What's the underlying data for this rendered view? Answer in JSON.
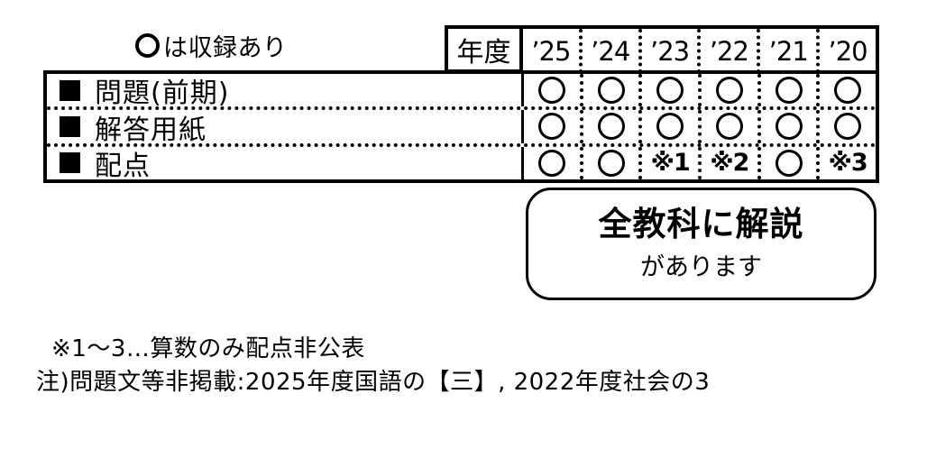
{
  "legend": {
    "circle_symbol": "〇",
    "text": "は収録あり"
  },
  "table": {
    "year_header_label": "年度",
    "years": [
      "’25",
      "’24",
      "’23",
      "’22",
      "’21",
      "’20"
    ],
    "rows": [
      {
        "label": "問題(前期)",
        "cells": [
          "circle",
          "circle",
          "circle",
          "circle",
          "circle",
          "circle"
        ]
      },
      {
        "label": "解答用紙",
        "cells": [
          "circle",
          "circle",
          "circle",
          "circle",
          "circle",
          "circle"
        ]
      },
      {
        "label": "配点",
        "cells": [
          "circle",
          "circle",
          "※1",
          "※2",
          "circle",
          "※3"
        ]
      }
    ]
  },
  "callout": {
    "line1": "全教科に解説",
    "line2": "があります"
  },
  "notes": [
    "※1〜3…算数のみ配点非公表",
    "注)問題文等非掲載:2025年度国語の【三】, 2022年度社会の3"
  ],
  "colors": {
    "ink": "#000000",
    "background": "#ffffff"
  }
}
